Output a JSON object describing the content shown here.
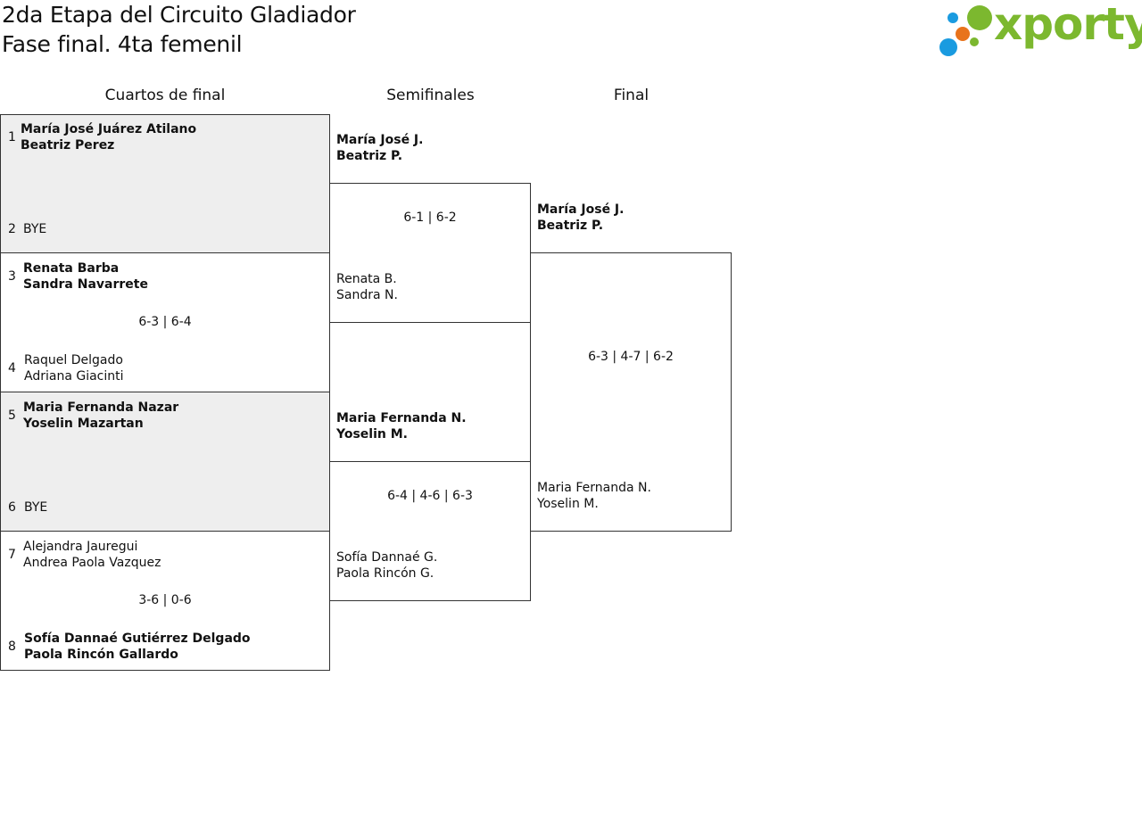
{
  "header": {
    "title_line1": "2da Etapa del Circuito Gladiador",
    "title_line2": "Fase final. 4ta femenil",
    "logo_text": "xporty"
  },
  "rounds": {
    "quarters": "Cuartos de final",
    "semis": "Semifinales",
    "final": "Final"
  },
  "quarterfinals": [
    {
      "seed_a": "1",
      "a1": "María José Juárez Atilano",
      "a2": "Beatriz Perez",
      "seed_b": "2",
      "b1": "BYE",
      "b2": "",
      "score": ""
    },
    {
      "seed_a": "3",
      "a1": "Renata Barba",
      "a2": "Sandra Navarrete",
      "seed_b": "4",
      "b1": "Raquel Delgado",
      "b2": "Adriana Giacinti",
      "score": "6-3 | 6-4"
    },
    {
      "seed_a": "5",
      "a1": "Maria Fernanda Nazar",
      "a2": "Yoselin Mazartan",
      "seed_b": "6",
      "b1": "BYE",
      "b2": "",
      "score": ""
    },
    {
      "seed_a": "7",
      "a1": "Alejandra Jauregui",
      "a2": "Andrea Paola Vazquez",
      "seed_b": "8",
      "b1": "Sofía Dannaé Gutiérrez Delgado",
      "b2": "Paola Rincón Gallardo",
      "score": "3-6 | 0-6"
    }
  ],
  "semifinals": [
    {
      "a1": "María José J.",
      "a2": "Beatriz P.",
      "b1": "Renata B.",
      "b2": "Sandra N.",
      "score": "6-1 | 6-2"
    },
    {
      "a1": "Maria Fernanda N.",
      "a2": "Yoselin M.",
      "b1": "Sofía Dannaé G.",
      "b2": "Paola Rincón G.",
      "score": "6-4 | 4-6 | 6-3"
    }
  ],
  "final": {
    "a1": "María José J.",
    "a2": "Beatriz P.",
    "b1": "Maria Fernanda N.",
    "b2": "Yoselin M.",
    "score": "6-3 | 4-7 | 6-2"
  },
  "colors": {
    "logo_green": "#7cb82f",
    "logo_blue": "#1a9be0",
    "logo_orange": "#e8731c",
    "bye_bg": "#eeeeee"
  }
}
